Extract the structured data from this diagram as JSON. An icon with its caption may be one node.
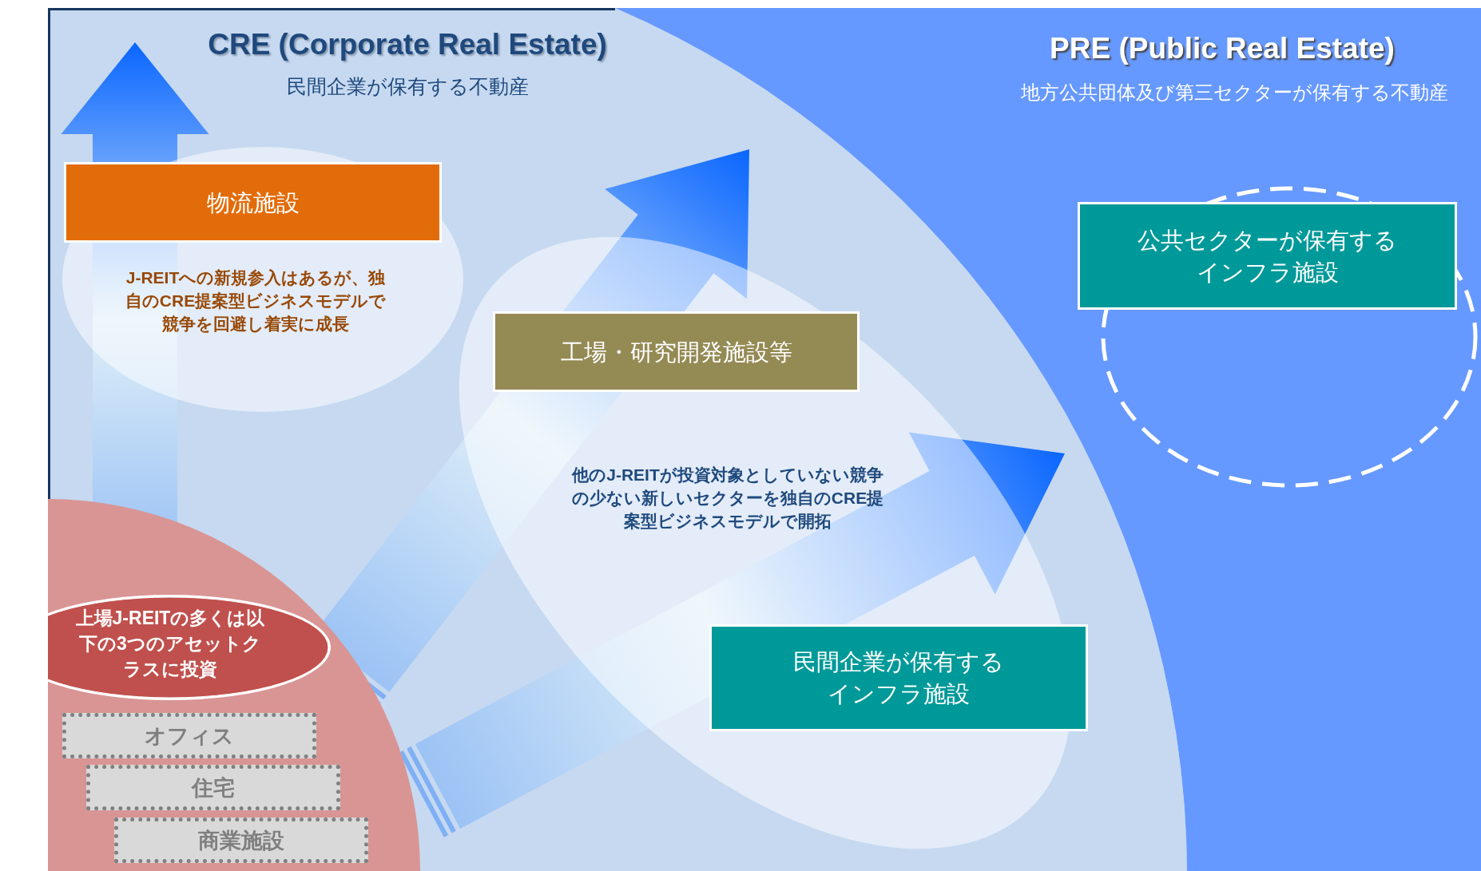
{
  "diagram": {
    "nodes": [
      {
        "text": [
          "CRE (Corporate Real Estate)",
          "民間企業が保有する不動産"
        ]
      },
      {
        "text": [
          "PRE (Public Real Estate)",
          "地方公共団体及び第三セクターが保有する不動産"
        ]
      },
      {
        "text": [
          "J-REITへの新規参入はあるが、独自のCRE提案型ビジネスモデルで競争を回避し着実に成長"
        ],
        "in": 0
      },
      {
        "text": [
          "物流施設"
        ],
        "in": 0
      },
      {
        "text": [
          "他のJ-REITが投資対象としていない競争の少ない新しいセクターを独自のCRE提案型ビジネスモデルで開拓"
        ],
        "in": 0
      },
      {
        "text": [
          "工場・研究開発施設等"
        ],
        "in": 0
      },
      {
        "text": [
          "民間企業が保有するインフラ施設"
        ],
        "in": 0
      },
      {
        "text": [],
        "shape": "ellipse",
        "in": 1
      },
      {
        "text": [
          "公共セクターが保有するインフラ施設"
        ],
        "in": 1
      },
      {
        "text": [],
        "shape": "sector",
        "in": 0
      },
      {
        "text": [
          "上場J-REITの多くは以下の3つのアセットクラスに投資"
        ]
      },
      {
        "text": [
          "オフィス"
        ],
        "in": 9
      },
      {
        "text": [
          "住宅"
        ],
        "in": 9
      },
      {
        "text": [
          "商業施設"
        ],
        "in": 9
      }
    ]
  }
}
